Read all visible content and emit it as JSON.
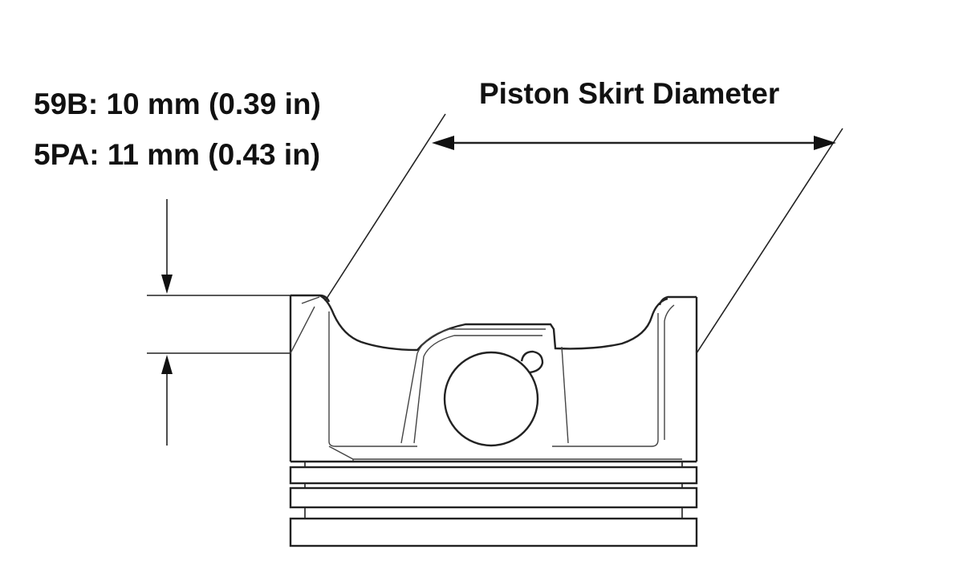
{
  "title": "Piston Skirt Diameter",
  "measurements": [
    {
      "code": "59B",
      "text": "59B: 10 mm (0.39 in)"
    },
    {
      "code": "5PA",
      "text": "5PA: 11 mm (0.43 in)"
    }
  ],
  "colors": {
    "line": "#222222",
    "text": "#111111",
    "background": "#ffffff"
  }
}
